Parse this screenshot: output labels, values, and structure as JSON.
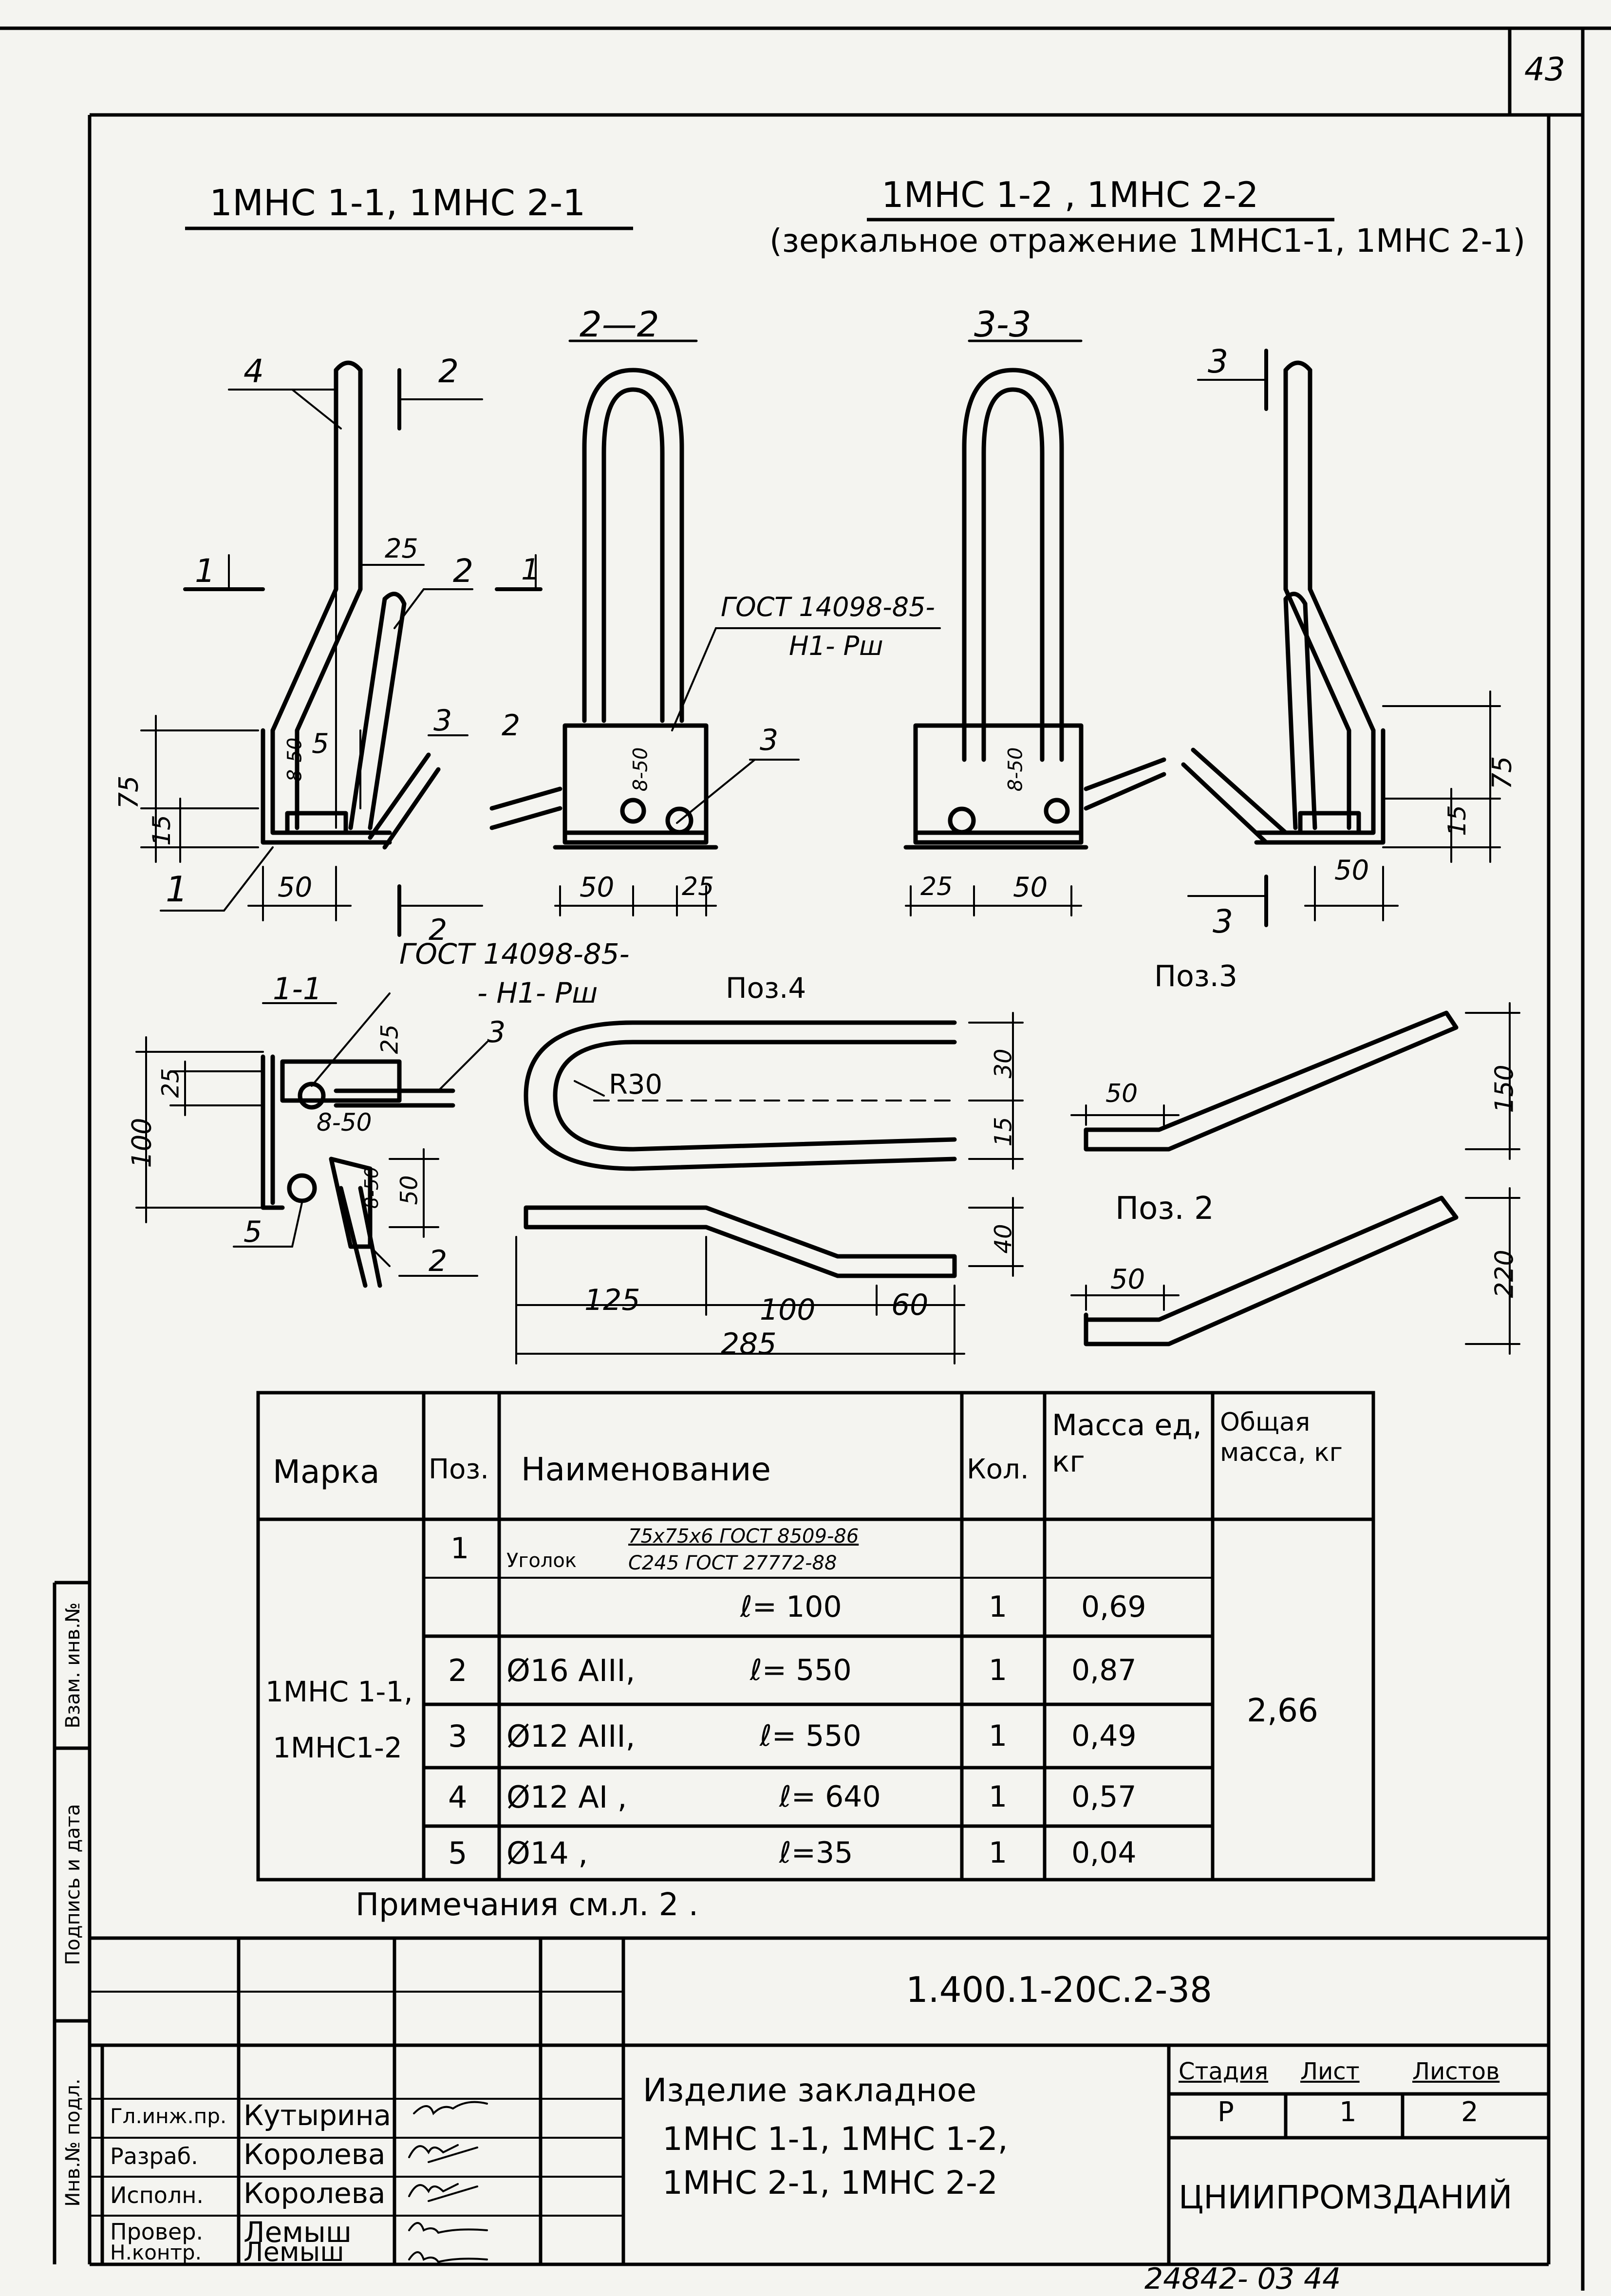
{
  "sheet_number_top": "43",
  "footer_number": "24842- 03   44",
  "headings": {
    "left": "1МНС 1-1, 1МНС 2-1",
    "right": "1МНС 1-2 , 1МНС 2-2",
    "right_note": "(зеркальное отражение 1МНС1-1, 1МНС 2-1)"
  },
  "section_labels": {
    "s22": "2—2",
    "s33": "3-3",
    "s11": "1-1"
  },
  "drawing_labels": {
    "gost_a": "ГОСТ 14098-85-",
    "gost_a2": "Н1- Рш",
    "gost_b": "ГОСТ 14098-85-",
    "gost_b2": "- Н1- Рш",
    "pos4": "Поз.4",
    "pos3": "Поз.3",
    "pos2": "Поз. 2",
    "r30": "R30"
  },
  "dims": {
    "d25": "25",
    "d50": "50",
    "d75": "75",
    "d15": "15",
    "d850": "8-50",
    "d100": "100",
    "d30": "30",
    "d150": "150",
    "d40": "40",
    "d220": "220",
    "d125": "125",
    "d60": "60",
    "d285": "285",
    "n1": "1",
    "n2": "2",
    "n3": "3",
    "n4": "4",
    "n5": "5"
  },
  "spec_table": {
    "headers": {
      "marka": "Марка",
      "pos": "Поз.",
      "name": "Наименование",
      "qty": "Кол.",
      "mass_unit": "Масса ед, кг",
      "mass_total": "Общая масса, кг"
    },
    "marka_value_1": "1МНС 1-1,",
    "marka_value_2": "1МНС1-2",
    "total_mass": "2,66",
    "rows": [
      {
        "pos": "1",
        "name_prefix": "Уголок",
        "name_top": "75х75х6 ГОСТ 8509-86",
        "name_bottom": "С245 ГОСТ 27772-88",
        "qty": "",
        "mass": ""
      },
      {
        "pos": "",
        "name": "ℓ= 100",
        "qty": "1",
        "mass": "0,69"
      },
      {
        "pos": "2",
        "name": "Ø16 АIII,",
        "length": "ℓ= 550",
        "qty": "1",
        "mass": "0,87"
      },
      {
        "pos": "3",
        "name": "Ø12 АIII,",
        "length": "ℓ= 550",
        "qty": "1",
        "mass": "0,49"
      },
      {
        "pos": "4",
        "name": "Ø12 АI ,",
        "length": "ℓ= 640",
        "qty": "1",
        "mass": "0,57"
      },
      {
        "pos": "5",
        "name": "Ø14 ,",
        "length": "ℓ=35",
        "qty": "1",
        "mass": "0,04"
      }
    ]
  },
  "note": "Примечания см.л. 2 .",
  "side_stamps": [
    "Взам. инв.№",
    "Подпись и дата",
    "Инв.№ подл."
  ],
  "title_block": {
    "code": "1.400.1-20С.2-38",
    "roles": [
      {
        "role": "Гл.инж.пр.",
        "name": "Кутырина"
      },
      {
        "role": "Разраб.",
        "name": "Королева"
      },
      {
        "role": "Исполн.",
        "name": "Королева"
      },
      {
        "role": "Провер.",
        "name": "Лемыш"
      },
      {
        "role": "Н.контр.",
        "name": "Лемыш"
      }
    ],
    "title_lines": [
      "Изделие закладное",
      "1МНС 1-1, 1МНС 1-2,",
      "1МНС 2-1, 1МНС 2-2"
    ],
    "stage_label": "Стадия",
    "sheet_label": "Лист",
    "sheets_label": "Листов",
    "stage_value": "Р",
    "sheet_value": "1",
    "sheets_value": "2",
    "org": "ЦНИИПРОМЗДАНИЙ"
  }
}
